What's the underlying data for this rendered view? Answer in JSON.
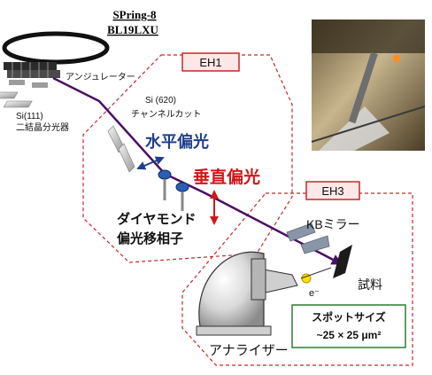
{
  "facility": {
    "line1": "SPring-8",
    "line2": "BL19LXU"
  },
  "hutches": [
    {
      "id": "eh1",
      "label": "EH1"
    },
    {
      "id": "eh3",
      "label": "EH3"
    }
  ],
  "components": {
    "undulator": "アンジュレーター",
    "monochromator_line1": "Si(111)",
    "monochromator_line2": "二結晶分光器",
    "channel_cut_line1": "Si (620)",
    "channel_cut_line2": "チャンネルカット",
    "diamond_line1": "ダイヤモンド",
    "diamond_line2": "偏光移相子",
    "kb_mirror": "KBミラー",
    "sample": "試料",
    "analyzer": "アナライザー",
    "electron": "e⁻"
  },
  "polarization": {
    "horizontal": "水平偏光",
    "vertical": "垂直偏光"
  },
  "spot_size": {
    "line1": "スポットサイズ",
    "line2": "~25 × 25 μm²"
  },
  "colors": {
    "hutch_border": "#c62828",
    "beam": "#4b0f63",
    "horizontal_text": "#1f3f8a",
    "vertical_text": "#d01818",
    "spot_box_border": "#2e7d32"
  }
}
